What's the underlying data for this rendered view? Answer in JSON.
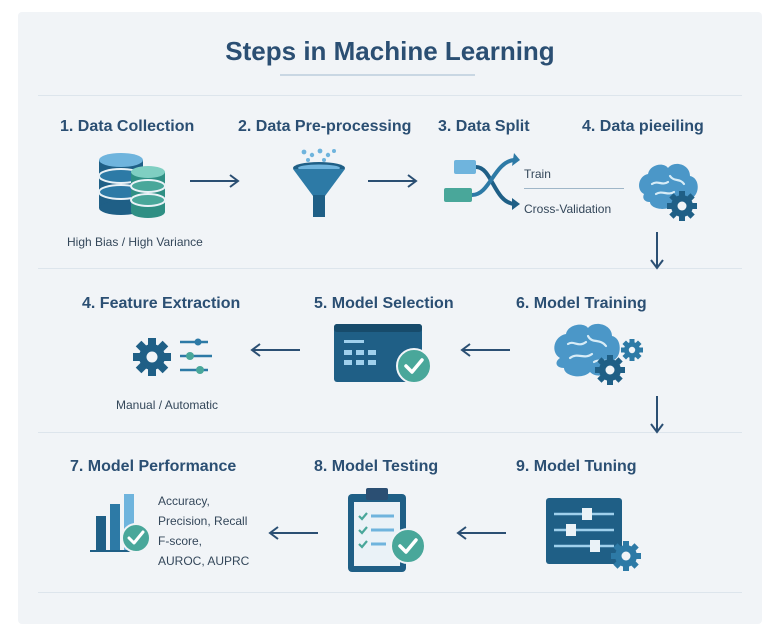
{
  "title": "Steps in Machine Learning",
  "steps": [
    {
      "label": "1. Data Collection",
      "note": "High Bias / High Variance"
    },
    {
      "label": "2. Data Pre-processing"
    },
    {
      "label": "3. Data Split",
      "branches": [
        "Train",
        "Cross-Validation"
      ]
    },
    {
      "label": "4. Data pieeiling"
    },
    {
      "label": "4. Feature Extraction",
      "note": "Manual / Automatic"
    },
    {
      "label": "5. Model Selection"
    },
    {
      "label": "6. Model Training"
    },
    {
      "label": "7. Model Performance",
      "metrics": [
        "Accuracy,",
        "Precision, Recall",
        "F-score,",
        "AUROC, AUPRC"
      ]
    },
    {
      "label": "8. Model Testing"
    },
    {
      "label": "9. Model Tuning"
    }
  ],
  "colors": {
    "title": "#2b4f73",
    "dark_blue": "#1f5f86",
    "teal": "#49a79a",
    "light_blue": "#6fb4dd",
    "arrow": "#2b4f73"
  }
}
